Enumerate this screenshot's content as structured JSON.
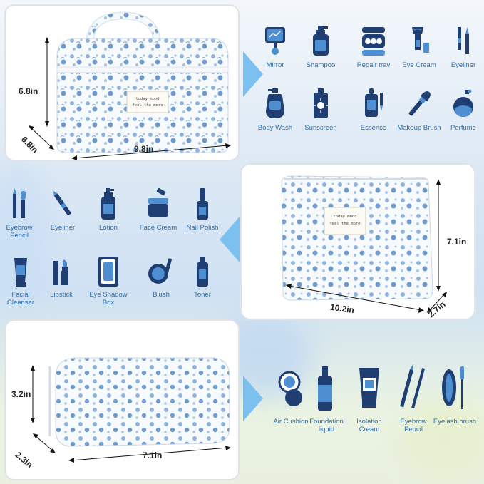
{
  "colors": {
    "icon_dark": "#1f3f73",
    "icon_light": "#4d8fd0",
    "label": "#2d6fb0",
    "panel_border": "#dfe3e8"
  },
  "top_bag": {
    "height": "6.8in",
    "depth": "6.8in",
    "width": "9.8in",
    "tag_line1": "today mood",
    "tag_line2": "feel the more"
  },
  "middle_bag": {
    "height": "7.1in",
    "width": "10.2in",
    "depth": "2.7in",
    "tag_line1": "today mood",
    "tag_line2": "feel the more"
  },
  "bottom_bag": {
    "height": "3.2in",
    "depth": "2.3in",
    "width": "7.1in"
  },
  "top_icons": [
    {
      "label": "Mirror",
      "icon": "mirror-icon"
    },
    {
      "label": "Shampoo",
      "icon": "shampoo-icon"
    },
    {
      "label": "Repair tray",
      "icon": "repair-tray-icon"
    },
    {
      "label": "Eye Cream",
      "icon": "eye-cream-icon"
    },
    {
      "label": "Eyeliner",
      "icon": "eyeliner-icon"
    },
    {
      "label": "Body Wash",
      "icon": "body-wash-icon"
    },
    {
      "label": "Sunscreen",
      "icon": "sunscreen-icon"
    },
    {
      "label": "Essence",
      "icon": "essence-icon"
    },
    {
      "label": "Makeup Brush",
      "icon": "makeup-brush-icon"
    },
    {
      "label": "Perfume",
      "icon": "perfume-icon"
    }
  ],
  "middle_icons": [
    {
      "label": "Eyebrow Pencil",
      "icon": "eyebrow-pencil-icon"
    },
    {
      "label": "Eyeliner",
      "icon": "eyeliner-icon"
    },
    {
      "label": "Lotion",
      "icon": "lotion-icon"
    },
    {
      "label": "Face Cream",
      "icon": "face-cream-icon"
    },
    {
      "label": "Nail Polish",
      "icon": "nail-polish-icon"
    },
    {
      "label": "Facial Cleanser",
      "icon": "facial-cleanser-icon"
    },
    {
      "label": "Lipstick",
      "icon": "lipstick-icon"
    },
    {
      "label": "Eye Shadow Box",
      "icon": "eye-shadow-box-icon"
    },
    {
      "label": "Blush",
      "icon": "blush-icon"
    },
    {
      "label": "Toner",
      "icon": "toner-icon"
    }
  ],
  "bottom_icons": [
    {
      "label": "Air Cushion",
      "icon": "air-cushion-icon"
    },
    {
      "label": "Foundation liquid",
      "icon": "foundation-liquid-icon"
    },
    {
      "label": "Isolation Cream",
      "icon": "isolation-cream-icon"
    },
    {
      "label": "Eyebrow Pencil",
      "icon": "eyebrow-pencil-icon"
    },
    {
      "label": "Eyelash brush",
      "icon": "eyelash-brush-icon"
    }
  ]
}
